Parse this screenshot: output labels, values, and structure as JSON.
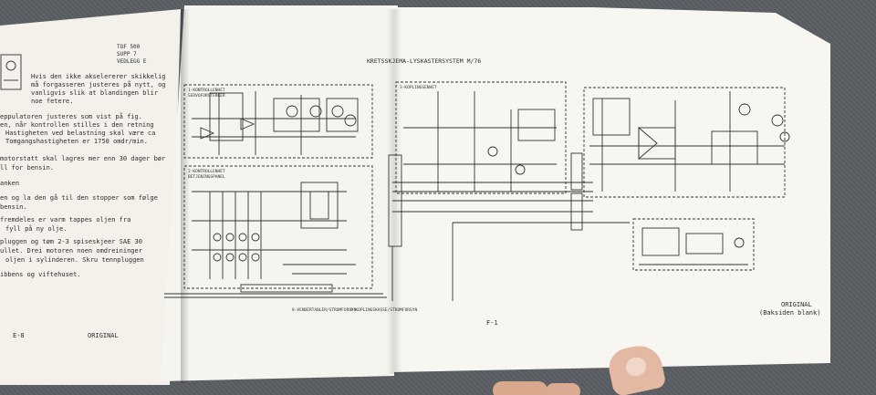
{
  "left_page": {
    "header_lines": [
      "TOF 500",
      "SUPP 7",
      "VEDLEGG E"
    ],
    "body_lines": [
      "Hvis den ikke akselererer skikkelig",
      "må forgasseren justeres på nytt, og",
      "vanligvis slik at blandingen blir",
      "noe fetere.",
      "eppulatoren justeres som vist på fig.",
      "en, når kontrollen stilles i den retning",
      "Hastigheten ved belastning skal være ca",
      "Tomgangshastigheten er 1750 omdr/min.",
      "motorstatt skal lagres mer enn 30 dager bør",
      "ll for bensin.",
      "anken",
      "en og la den gå til den stopper som følge",
      "bensin.",
      "fremdeles er varm tappes oljen fra",
      "fyll på ny olje.",
      "pluggen og tøm 2-3 spiseskjeer SAE 30",
      "ullet. Drei motoren noen omdreininger",
      "oljen i sylinderen. Skru tennpluggen",
      "ibbens og viftehuset."
    ],
    "page_number": "E-8",
    "footer": "ORIGINAL"
  },
  "schematic": {
    "title": "KRETSSKJEMA-LYSKASTERSYSTEM M/76",
    "block_labels": [
      "1-KONTROLLENHET",
      "SERVOFORSTERKER",
      "2-KONTROLLENHET",
      "BETJENINGSPANEL",
      "3-KOPLINGSENHET",
      "8-VENDERTABLER/STROMFORSYN",
      "9-KOPLINGSKASSE/STROMFORSYN"
    ],
    "page_number": "F-1"
  },
  "right_page": {
    "footer_lines": [
      "ORIGINAL",
      "(Baksiden blank)"
    ]
  },
  "colors": {
    "paper": "#f6f4ee",
    "ink": "#2e2e2e",
    "background": "#5b5e63",
    "skin": "#e3b9a3"
  }
}
